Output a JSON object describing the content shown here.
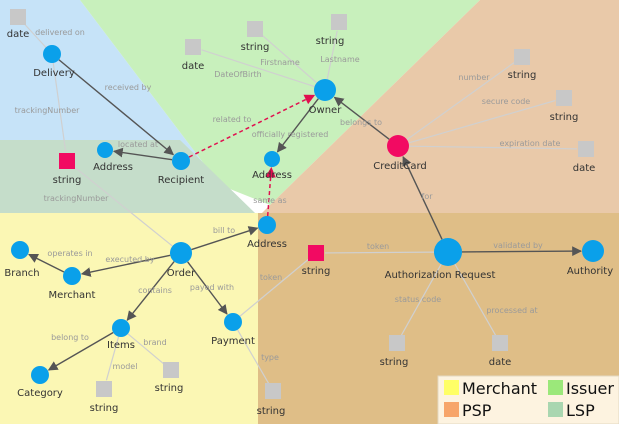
{
  "colors": {
    "merchant": "#fbf7b4",
    "issuer": "#c8f0bc",
    "psp": "#e9c9a9",
    "lsp": "#c5ddca",
    "blue_region": "#c6e3f8",
    "auth_region": "#dfbe87",
    "entity": "#0aa0ea",
    "literal": "#c8c8c8",
    "highlight": "#f20a62",
    "edge": "#555555",
    "edge_light": "#d0d0d0",
    "dashed": "#e0104f"
  },
  "nodes": {
    "delivery": "Delivery",
    "recipient": "Recipient",
    "address_top": "Address",
    "address_mid": "Address",
    "address_bill": "Address",
    "owner": "Owner",
    "credit_card": "CreditCard",
    "order": "Order",
    "branch": "Branch",
    "merchant": "Merchant",
    "items": "Items",
    "category": "Category",
    "payment": "Payment",
    "authorization_request": "Authorization Request",
    "authority": "Authority",
    "lit_date_1": "date",
    "lit_string_tracking": "string",
    "lit_date_owner": "date",
    "lit_string_first": "string",
    "lit_string_last": "string",
    "lit_string_number": "string",
    "lit_string_secure": "string",
    "lit_date_exp": "date",
    "lit_string_token": "string",
    "lit_string_status": "string",
    "lit_date_processed": "date",
    "lit_string_model": "string",
    "lit_string_brand": "string",
    "lit_string_type": "string"
  },
  "edges": {
    "delivered_on": "delivered on",
    "received_by": "received by",
    "tracking_number_1": "trackingNumber",
    "tracking_number_2": "trackingNumber",
    "located_at": "located at",
    "related_to": "related to",
    "officially_registered": "officially registered",
    "date_of_birth": "DateOfBirth",
    "firstname": "Firstname",
    "lastname": "Lastname",
    "belongs_to_card": "belongs to",
    "number": "number",
    "secure_code": "secure code",
    "expiration_date": "expiration date",
    "for": "for",
    "same_as": "same as",
    "bill_to": "bill to",
    "executed_by": "executed by",
    "operates_in": "operates in",
    "contains": "contains",
    "payed_with": "payed with",
    "token_payment": "token",
    "token_auth": "token",
    "validated_by": "validated by",
    "status_code": "status code",
    "processed_at": "processed at",
    "belong_to": "belong to",
    "brand": "brand",
    "model": "model",
    "type": "type"
  },
  "legend": {
    "merchant": "Merchant",
    "issuer": "Issuer",
    "psp": "PSP",
    "lsp": "LSP"
  }
}
